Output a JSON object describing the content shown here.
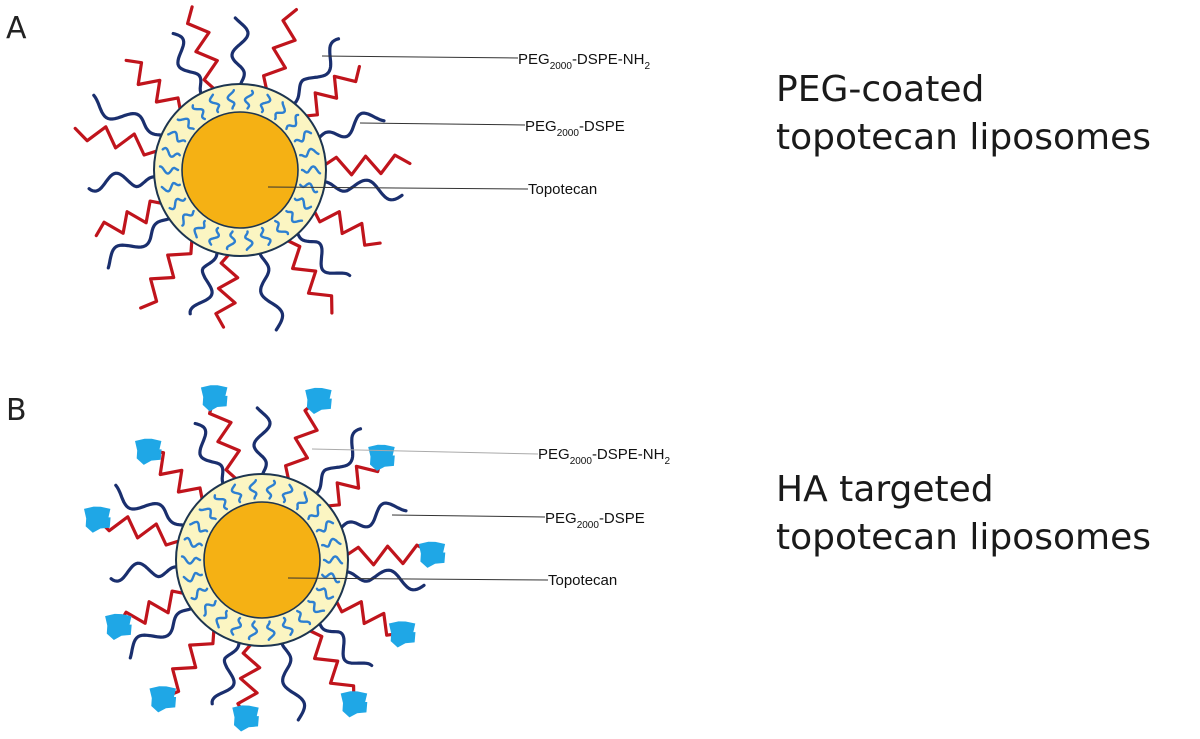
{
  "panels": [
    {
      "letter": "A",
      "labels": {
        "peg_nh2": {
          "main": "PEG",
          "sub": "2000",
          "rest": "-DSPE-NH",
          "sub2": "2"
        },
        "peg_dspe": {
          "main": "PEG",
          "sub": "2000",
          "rest": "-DSPE"
        },
        "core": "Topotecan"
      },
      "caption": {
        "line1": "PEG-coated",
        "line2": "topotecan liposomes"
      }
    },
    {
      "letter": "B",
      "labels": {
        "peg_nh2": {
          "main": "PEG",
          "sub": "2000",
          "rest": "-DSPE-NH",
          "sub2": "2"
        },
        "peg_dspe": {
          "main": "PEG",
          "sub": "2000",
          "rest": "-DSPE"
        },
        "core": "Topotecan"
      },
      "caption": {
        "line1": "HA targeted",
        "line2": "topotecan liposomes"
      }
    }
  ],
  "colors": {
    "red_chain": "#c0141c",
    "blue_chain": "#1a2f6e",
    "shell": "#fbf5c2",
    "shell_stroke": "#1d3550",
    "core": "#f5b114",
    "lipid_wave": "#2d7fd1",
    "ha_blob": "#1fa7e6",
    "leader": "#333333"
  }
}
